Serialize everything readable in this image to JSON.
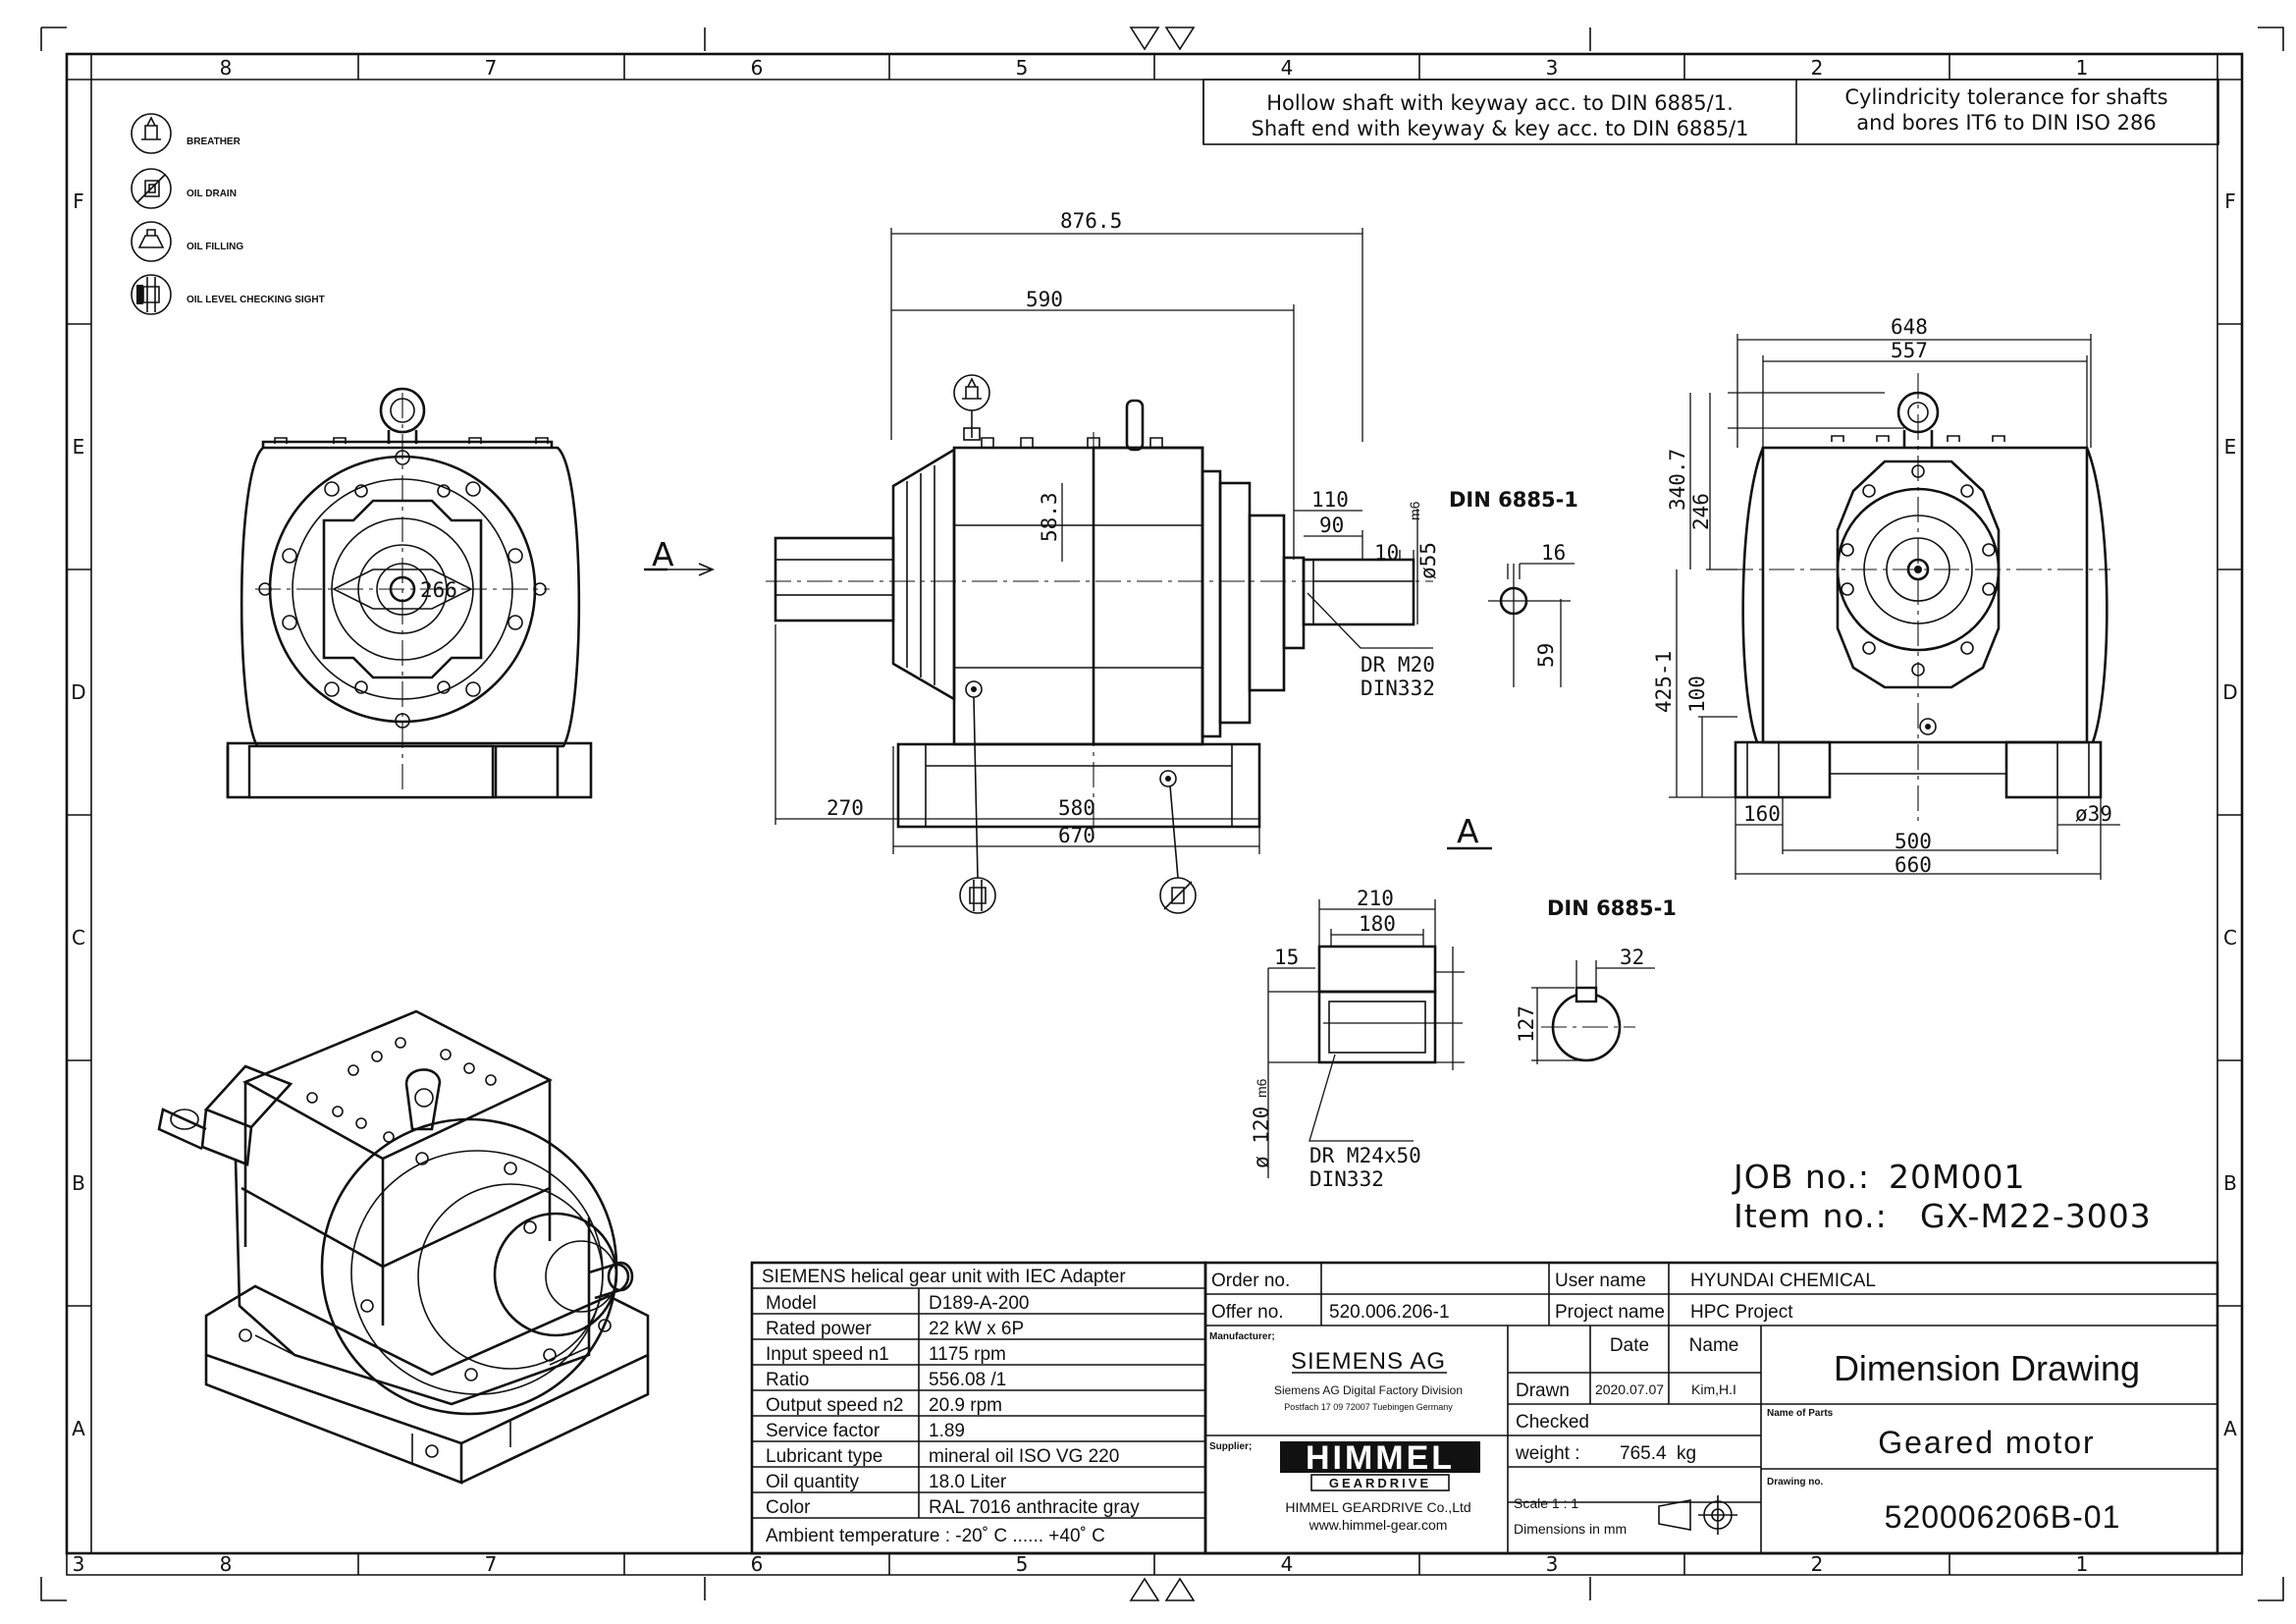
{
  "grid": {
    "cols": [
      "8",
      "7",
      "6",
      "5",
      "4",
      "3",
      "2",
      "1"
    ],
    "rows": [
      "F",
      "E",
      "D",
      "C",
      "B",
      "A"
    ],
    "corner": "3"
  },
  "notes": {
    "shaft_line1": "Hollow shaft with keyway acc. to DIN 6885/1.",
    "shaft_line2": "Shaft end with keyway & key acc. to DIN 6885/1",
    "tol_line1": "Cylindricity tolerance for shafts",
    "tol_line2": "and bores IT6 to DIN ISO 286"
  },
  "legend": {
    "items": [
      {
        "label": "BREATHER"
      },
      {
        "label": "OIL DRAIN"
      },
      {
        "label": "OIL FILLING"
      },
      {
        "label": "OIL LEVEL CHECKING SIGHT"
      }
    ]
  },
  "views": {
    "view_a_letter": "A",
    "section_a_letter": "A",
    "front": {
      "d266": "266"
    },
    "side": {
      "d876": "876.5",
      "d590": "590",
      "d583": "58.3",
      "d110": "110",
      "d90": "90",
      "d10": "10",
      "d55": "ø55",
      "d55_tol": "m6",
      "d270": "270",
      "d580": "580",
      "d670": "670",
      "thread1": "DR  M20",
      "thread2": "DIN332"
    },
    "key1": {
      "din": "DIN 6885-1",
      "d16": "16",
      "d59": "59"
    },
    "right": {
      "d648": "648",
      "d557": "557",
      "d3407": "340.7",
      "d246": "246",
      "d4251": "425-1",
      "d100": "100",
      "d160": "160",
      "d39": "ø39",
      "d500": "500",
      "d660": "660"
    },
    "hub": {
      "d210": "210",
      "d180": "180",
      "d15": "15",
      "d120": "ø 120",
      "d120_tol": "m6",
      "thread1": "DR  M24x50",
      "thread2": "DIN332"
    },
    "key2": {
      "din": "DIN 6885-1",
      "d32": "32",
      "d127": "127"
    }
  },
  "job": {
    "job_label": "JOB  no.:",
    "job_value": "20M001",
    "item_label": "Item  no.:",
    "item_value": "GX-M22-3003"
  },
  "specs": {
    "title": "SIEMENS helical gear unit with IEC Adapter",
    "rows": [
      {
        "label": "Model",
        "value": "D189-A-200"
      },
      {
        "label": "Rated power",
        "value": "22 kW x 6P"
      },
      {
        "label": "Input speed n1",
        "value": "1175 rpm"
      },
      {
        "label": "Ratio",
        "value": "556.08  /1"
      },
      {
        "label": "Output speed n2",
        "value": "20.9  rpm"
      },
      {
        "label": "Service factor",
        "value": "1.89"
      },
      {
        "label": "Lubricant type",
        "value": "mineral oil ISO VG 220"
      },
      {
        "label": "Oil quantity",
        "value": "18.0 Liter"
      },
      {
        "label": "Color",
        "value": "RAL 7016 anthracite gray"
      }
    ],
    "ambient": "Ambient temperature :  -20˚ C  ......   +40˚ C"
  },
  "title_block": {
    "order_label": "Order no.",
    "order_value": "",
    "offer_label": "Offer no.",
    "offer_value": "520.006.206-1",
    "user_label": "User name",
    "user_value": "HYUNDAI CHEMICAL",
    "project_label": "Project name",
    "project_value": "HPC Project",
    "manufacturer_label": "Manufacturer;",
    "manufacturer_name": "SIEMENS AG",
    "manufacturer_l1": "Siemens AG  Digital Factory Division",
    "manufacturer_l2": "Postfach 17 09 72007 Tuebingen Germany",
    "supplier_label": "Supplier;",
    "supplier_brand": "HIMMEL",
    "supplier_sub": "GEARDRIVE",
    "supplier_l1": "HIMMEL GEARDRIVE Co.,Ltd",
    "supplier_l2": "www.himmel-gear.com",
    "date_hdr": "Date",
    "name_hdr": "Name",
    "drawn_label": "Drawn",
    "drawn_date": "2020.07.07",
    "drawn_name": "Kim,H.I",
    "checked_label": "Checked",
    "weight_label": "weight :",
    "weight_value": "765.4",
    "weight_unit": "kg",
    "scale_label": "Scale   1 : 1",
    "dims_label": "Dimensions in mm",
    "doc_title": "Dimension Drawing",
    "parts_label": "Name of Parts",
    "parts_value": "Geared motor",
    "drawing_label": "Drawing no.",
    "drawing_value": "520006206B-01"
  }
}
